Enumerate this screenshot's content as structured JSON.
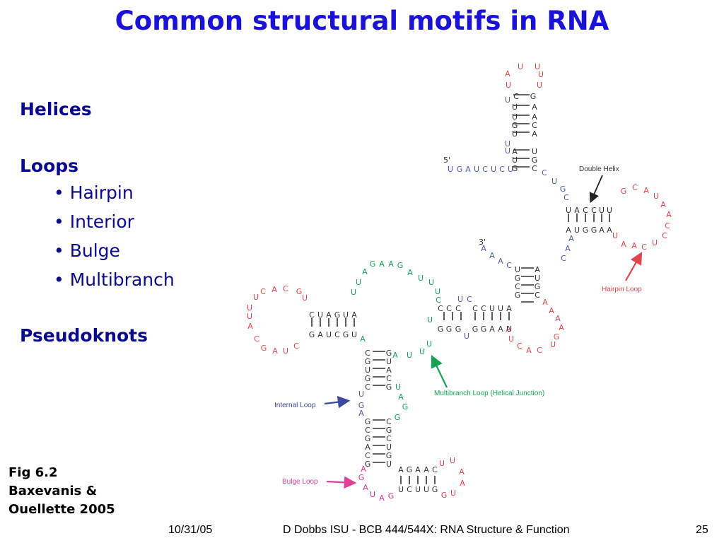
{
  "title": "Common structural motifs in RNA",
  "sections": {
    "helices": "Helices",
    "loops": "Loops",
    "loop_types": [
      "• Hairpin",
      "• Interior",
      "• Bulge",
      "• Multibranch"
    ],
    "pseudoknots": "Pseudoknots"
  },
  "figure_ref": [
    "Fig 6.2",
    "Baxevanis &",
    "Ouellette 2005"
  ],
  "footer": {
    "date": "10/31/05",
    "course": "D Dobbs ISU - BCB 444/544X: RNA Structure & Function",
    "page": "25"
  },
  "diagram": {
    "labels": {
      "five_prime": "5'",
      "three_prime": "3'",
      "double_helix": "Double Helix",
      "hairpin_loop": "Hairpin Loop",
      "multibranch_loop": "Multibranch Loop (Helical Junction)",
      "internal_loop": "Internal Loop",
      "bulge_loop": "Bulge Loop"
    },
    "colors": {
      "paired": "#333333",
      "hairpin": "#e0474c",
      "multibranch": "#18a155",
      "internal": "#4d5da8",
      "bulge": "#d03a96",
      "arrow_hairpin": "#e0474c",
      "arrow_multibranch": "#18a155",
      "arrow_internal": "#3b4aa0",
      "arrow_bulge": "#e0409a",
      "arrow_helix": "#222222",
      "background": "#ffffff",
      "title": "#1a12d6",
      "body_text": "#0a0a8c"
    },
    "nucleotides": [
      {
        "t": "A",
        "c": "hairpin"
      },
      {
        "t": "U",
        "c": "hairpin"
      },
      {
        "t": "U",
        "c": "hairpin"
      },
      {
        "t": "U",
        "c": "hairpin"
      },
      {
        "t": "U",
        "c": "hairpin"
      },
      {
        "t": "U",
        "c": "hairpin"
      },
      {
        "t": "U",
        "c": "internal"
      },
      {
        "t": "C",
        "c": "paired"
      },
      {
        "t": "G",
        "c": "paired"
      },
      {
        "t": "U",
        "c": "paired"
      },
      {
        "t": "A",
        "c": "paired"
      },
      {
        "t": "U",
        "c": "paired"
      },
      {
        "t": "A",
        "c": "paired"
      },
      {
        "t": "G",
        "c": "paired"
      },
      {
        "t": "C",
        "c": "paired"
      },
      {
        "t": "U",
        "c": "paired"
      },
      {
        "t": "A",
        "c": "paired"
      },
      {
        "t": "U",
        "c": "internal"
      },
      {
        "t": "U",
        "c": "internal"
      },
      {
        "t": "A",
        "c": "paired"
      },
      {
        "t": "U",
        "c": "paired"
      },
      {
        "t": "U",
        "c": "paired"
      },
      {
        "t": "G",
        "c": "paired"
      },
      {
        "t": "G",
        "c": "paired"
      },
      {
        "t": "C",
        "c": "paired"
      },
      {
        "t": "U",
        "c": "internal"
      },
      {
        "t": "G",
        "c": "internal"
      },
      {
        "t": "A",
        "c": "internal"
      },
      {
        "t": "U",
        "c": "internal"
      },
      {
        "t": "C",
        "c": "internal"
      },
      {
        "t": "U",
        "c": "internal"
      },
      {
        "t": "C",
        "c": "internal"
      },
      {
        "t": "U",
        "c": "internal"
      },
      {
        "t": "C",
        "c": "internal"
      },
      {
        "t": "U",
        "c": "internal"
      },
      {
        "t": "G",
        "c": "internal"
      },
      {
        "t": "C",
        "c": "internal"
      },
      {
        "t": "U",
        "c": "paired"
      },
      {
        "t": "A",
        "c": "paired"
      },
      {
        "t": "C",
        "c": "paired"
      },
      {
        "t": "C",
        "c": "paired"
      },
      {
        "t": "U",
        "c": "paired"
      },
      {
        "t": "U",
        "c": "paired"
      },
      {
        "t": "A",
        "c": "paired"
      },
      {
        "t": "U",
        "c": "paired"
      },
      {
        "t": "G",
        "c": "paired"
      },
      {
        "t": "G",
        "c": "paired"
      },
      {
        "t": "A",
        "c": "paired"
      },
      {
        "t": "A",
        "c": "paired"
      },
      {
        "t": "G",
        "c": "hairpin"
      },
      {
        "t": "C",
        "c": "hairpin"
      },
      {
        "t": "A",
        "c": "hairpin"
      },
      {
        "t": "U",
        "c": "hairpin"
      },
      {
        "t": "A",
        "c": "hairpin"
      },
      {
        "t": "A",
        "c": "hairpin"
      },
      {
        "t": "C",
        "c": "hairpin"
      },
      {
        "t": "C",
        "c": "hairpin"
      },
      {
        "t": "U",
        "c": "hairpin"
      },
      {
        "t": "C",
        "c": "hairpin"
      },
      {
        "t": "A",
        "c": "hairpin"
      },
      {
        "t": "A",
        "c": "hairpin"
      },
      {
        "t": "U",
        "c": "hairpin"
      },
      {
        "t": "A",
        "c": "internal"
      },
      {
        "t": "A",
        "c": "internal"
      },
      {
        "t": "C",
        "c": "internal"
      },
      {
        "t": "A",
        "c": "internal"
      },
      {
        "t": "A",
        "c": "internal"
      },
      {
        "t": "A",
        "c": "internal"
      },
      {
        "t": "C",
        "c": "internal"
      },
      {
        "t": "U",
        "c": "paired"
      },
      {
        "t": "A",
        "c": "paired"
      },
      {
        "t": "G",
        "c": "paired"
      },
      {
        "t": "U",
        "c": "paired"
      },
      {
        "t": "C",
        "c": "paired"
      },
      {
        "t": "G",
        "c": "paired"
      },
      {
        "t": "G",
        "c": "paired"
      },
      {
        "t": "C",
        "c": "paired"
      },
      {
        "t": "A",
        "c": "hairpin"
      },
      {
        "t": "A",
        "c": "hairpin"
      },
      {
        "t": "A",
        "c": "hairpin"
      },
      {
        "t": "A",
        "c": "hairpin"
      },
      {
        "t": "G",
        "c": "hairpin"
      },
      {
        "t": "U",
        "c": "hairpin"
      },
      {
        "t": "C",
        "c": "hairpin"
      },
      {
        "t": "A",
        "c": "hairpin"
      },
      {
        "t": "C",
        "c": "hairpin"
      },
      {
        "t": "U",
        "c": "hairpin"
      },
      {
        "t": "A",
        "c": "hairpin"
      },
      {
        "t": "U",
        "c": "internal"
      },
      {
        "t": "C",
        "c": "internal"
      },
      {
        "t": "C",
        "c": "paired"
      },
      {
        "t": "C",
        "c": "paired"
      },
      {
        "t": "C",
        "c": "paired"
      },
      {
        "t": "C",
        "c": "paired"
      },
      {
        "t": "C",
        "c": "paired"
      },
      {
        "t": "U",
        "c": "paired"
      },
      {
        "t": "U",
        "c": "paired"
      },
      {
        "t": "A",
        "c": "paired"
      },
      {
        "t": "G",
        "c": "paired"
      },
      {
        "t": "G",
        "c": "paired"
      },
      {
        "t": "G",
        "c": "paired"
      },
      {
        "t": "G",
        "c": "paired"
      },
      {
        "t": "G",
        "c": "paired"
      },
      {
        "t": "A",
        "c": "paired"
      },
      {
        "t": "A",
        "c": "paired"
      },
      {
        "t": "U",
        "c": "paired"
      },
      {
        "t": "U",
        "c": "internal"
      },
      {
        "t": "U",
        "c": "multibranch"
      },
      {
        "t": "U",
        "c": "multibranch"
      },
      {
        "t": "A",
        "c": "multibranch"
      },
      {
        "t": "G",
        "c": "multibranch"
      },
      {
        "t": "A",
        "c": "multibranch"
      },
      {
        "t": "A",
        "c": "multibranch"
      },
      {
        "t": "G",
        "c": "multibranch"
      },
      {
        "t": "A",
        "c": "multibranch"
      },
      {
        "t": "U",
        "c": "multibranch"
      },
      {
        "t": "U",
        "c": "multibranch"
      },
      {
        "t": "U",
        "c": "multibranch"
      },
      {
        "t": "C",
        "c": "multibranch"
      },
      {
        "t": "U",
        "c": "multibranch"
      },
      {
        "t": "U",
        "c": "hairpin"
      },
      {
        "t": "G",
        "c": "hairpin"
      },
      {
        "t": "C",
        "c": "hairpin"
      },
      {
        "t": "A",
        "c": "hairpin"
      },
      {
        "t": "C",
        "c": "hairpin"
      },
      {
        "t": "U",
        "c": "hairpin"
      },
      {
        "t": "U",
        "c": "hairpin"
      },
      {
        "t": "U",
        "c": "hairpin"
      },
      {
        "t": "A",
        "c": "hairpin"
      },
      {
        "t": "C",
        "c": "hairpin"
      },
      {
        "t": "G",
        "c": "hairpin"
      },
      {
        "t": "A",
        "c": "hairpin"
      },
      {
        "t": "U",
        "c": "hairpin"
      },
      {
        "t": "C",
        "c": "hairpin"
      },
      {
        "t": "C",
        "c": "paired"
      },
      {
        "t": "U",
        "c": "paired"
      },
      {
        "t": "A",
        "c": "paired"
      },
      {
        "t": "G",
        "c": "paired"
      },
      {
        "t": "U",
        "c": "paired"
      },
      {
        "t": "A",
        "c": "paired"
      },
      {
        "t": "G",
        "c": "paired"
      },
      {
        "t": "A",
        "c": "paired"
      },
      {
        "t": "U",
        "c": "paired"
      },
      {
        "t": "C",
        "c": "paired"
      },
      {
        "t": "G",
        "c": "paired"
      },
      {
        "t": "U",
        "c": "paired"
      },
      {
        "t": "A",
        "c": "multibranch"
      },
      {
        "t": "A",
        "c": "multibranch"
      },
      {
        "t": "U",
        "c": "multibranch"
      },
      {
        "t": "U",
        "c": "multibranch"
      },
      {
        "t": "U",
        "c": "multibranch"
      },
      {
        "t": "C",
        "c": "paired"
      },
      {
        "t": "G",
        "c": "paired"
      },
      {
        "t": "U",
        "c": "paired"
      },
      {
        "t": "G",
        "c": "paired"
      },
      {
        "t": "C",
        "c": "paired"
      },
      {
        "t": "G",
        "c": "paired"
      },
      {
        "t": "U",
        "c": "paired"
      },
      {
        "t": "A",
        "c": "paired"
      },
      {
        "t": "C",
        "c": "paired"
      },
      {
        "t": "G",
        "c": "paired"
      },
      {
        "t": "U",
        "c": "internal"
      },
      {
        "t": "G",
        "c": "internal"
      },
      {
        "t": "A",
        "c": "internal"
      },
      {
        "t": "U",
        "c": "multibranch"
      },
      {
        "t": "A",
        "c": "multibranch"
      },
      {
        "t": "G",
        "c": "multibranch"
      },
      {
        "t": "G",
        "c": "multibranch"
      },
      {
        "t": "G",
        "c": "paired"
      },
      {
        "t": "C",
        "c": "paired"
      },
      {
        "t": "G",
        "c": "paired"
      },
      {
        "t": "A",
        "c": "paired"
      },
      {
        "t": "C",
        "c": "paired"
      },
      {
        "t": "G",
        "c": "paired"
      },
      {
        "t": "C",
        "c": "paired"
      },
      {
        "t": "G",
        "c": "paired"
      },
      {
        "t": "C",
        "c": "paired"
      },
      {
        "t": "U",
        "c": "paired"
      },
      {
        "t": "G",
        "c": "paired"
      },
      {
        "t": "U",
        "c": "paired"
      },
      {
        "t": "A",
        "c": "bulge"
      },
      {
        "t": "G",
        "c": "bulge"
      },
      {
        "t": "A",
        "c": "bulge"
      },
      {
        "t": "U",
        "c": "bulge"
      },
      {
        "t": "A",
        "c": "bulge"
      },
      {
        "t": "G",
        "c": "bulge"
      },
      {
        "t": "A",
        "c": "paired"
      },
      {
        "t": "G",
        "c": "paired"
      },
      {
        "t": "A",
        "c": "paired"
      },
      {
        "t": "A",
        "c": "paired"
      },
      {
        "t": "C",
        "c": "paired"
      },
      {
        "t": "U",
        "c": "paired"
      },
      {
        "t": "C",
        "c": "paired"
      },
      {
        "t": "U",
        "c": "paired"
      },
      {
        "t": "U",
        "c": "paired"
      },
      {
        "t": "G",
        "c": "paired"
      },
      {
        "t": "U",
        "c": "hairpin"
      },
      {
        "t": "U",
        "c": "hairpin"
      },
      {
        "t": "A",
        "c": "hairpin"
      },
      {
        "t": "A",
        "c": "hairpin"
      },
      {
        "t": "U",
        "c": "hairpin"
      },
      {
        "t": "G",
        "c": "hairpin"
      }
    ]
  }
}
